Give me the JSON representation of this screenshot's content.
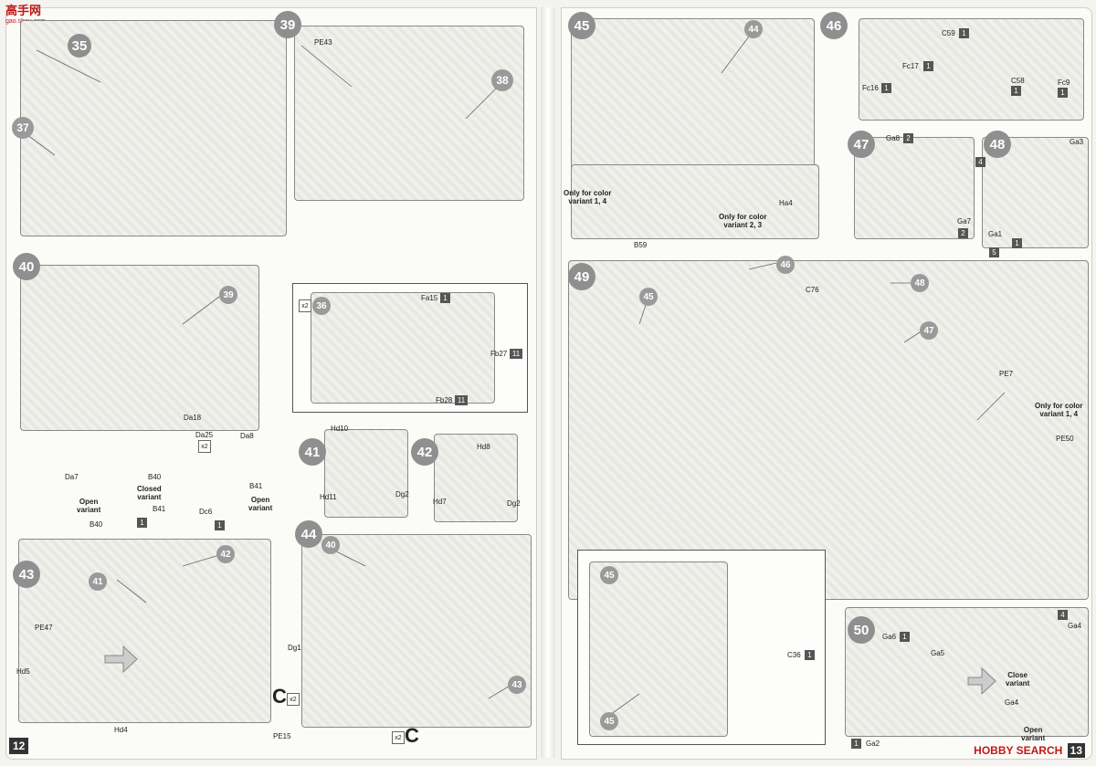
{
  "watermark": {
    "site_cn": "高手网",
    "site_url": "gao.shou.com",
    "hobby": "HOBBY SEARCH"
  },
  "pages": {
    "left": "12",
    "right": "13"
  },
  "steps": {
    "s35": "35",
    "s37": "37",
    "s39": "39",
    "s38": "38",
    "s36": "36",
    "s40": "40",
    "s41": "41",
    "s42": "42",
    "s43": "43",
    "s44": "44",
    "s45": "45",
    "s46": "46",
    "s47": "47",
    "s48": "48",
    "s49": "49",
    "s50": "50"
  },
  "callouts": {
    "c39": "39",
    "c38": "38",
    "c36": "36",
    "c42": "42",
    "c41": "41",
    "c40": "40",
    "c43": "43",
    "c44": "44",
    "c46": "46",
    "c48": "48",
    "c47": "47",
    "c45a": "45",
    "c45b": "45",
    "c45c": "45"
  },
  "parts": {
    "pe43": "PE43",
    "fa15": "Fa15",
    "fb27": "Fb27",
    "fb28": "Fb28",
    "da18": "Da18",
    "da25": "Da25",
    "da8": "Da8",
    "da7": "Da7",
    "b40a": "B40",
    "b40b": "B40",
    "b41a": "B41",
    "b41b": "B41",
    "dc6": "Dc6",
    "hd10": "Hd10",
    "hd11": "Hd11",
    "dg2a": "Dg2",
    "hd8": "Hd8",
    "hd7": "Hd7",
    "dg2b": "Dg2",
    "pe47": "PE47",
    "hd5": "Hd5",
    "hd4": "Hd4",
    "dg1": "Dg1",
    "pe15": "PE15",
    "b59": "B59",
    "ha4": "Ha4",
    "fc16": "Fc16",
    "fc17": "Fc17",
    "c59": "C59",
    "c58": "C58",
    "fc9": "Fc9",
    "ga8": "Ga8",
    "ga7": "Ga7",
    "ga3": "Ga3",
    "ga1": "Ga1",
    "c76": "C76",
    "pe7": "PE7",
    "pe50": "PE50",
    "c36": "C36",
    "ga6": "Ga6",
    "ga5": "Ga5",
    "ga4a": "Ga4",
    "ga4b": "Ga4",
    "ga2": "Ga2"
  },
  "qty": {
    "q_fa15": "1",
    "q_fb27": "11",
    "q_fb28": "11",
    "q_b40": "1",
    "q_b41": "1",
    "q_c36": "1",
    "q_ga6": "1",
    "q_ga2": "1",
    "q_ga4": "4",
    "q_c59": "1",
    "q_fc17": "1",
    "q_fc16": "1",
    "q_c58": "1",
    "q_fc9": "1",
    "q_ga8": "2",
    "q_ga7": "2",
    "q_s48": "4",
    "q_ga1": "1",
    "q_ga1n": "5"
  },
  "notes": {
    "open_left": "Open\nvariant",
    "closed": "Closed\nvariant",
    "open_right": "Open\nvariant",
    "only14_a": "Only for color\nvariant 1, 4",
    "only23": "Only for color\nvariant 2, 3",
    "only14_b": "Only for color\nvariant 1, 4",
    "close_variant": "Close\nvariant",
    "open_variant": "Open\nvariant"
  },
  "symbols": {
    "c_letter_a": "C",
    "c_letter_b": "C",
    "x2a": "x2",
    "x2b": "x2",
    "x2c": "x2",
    "x2d": "x2"
  },
  "colors": {
    "callout": "#9a9a9a",
    "step": "#8f8f8f",
    "qty": "#555555",
    "accent": "#c01818"
  }
}
